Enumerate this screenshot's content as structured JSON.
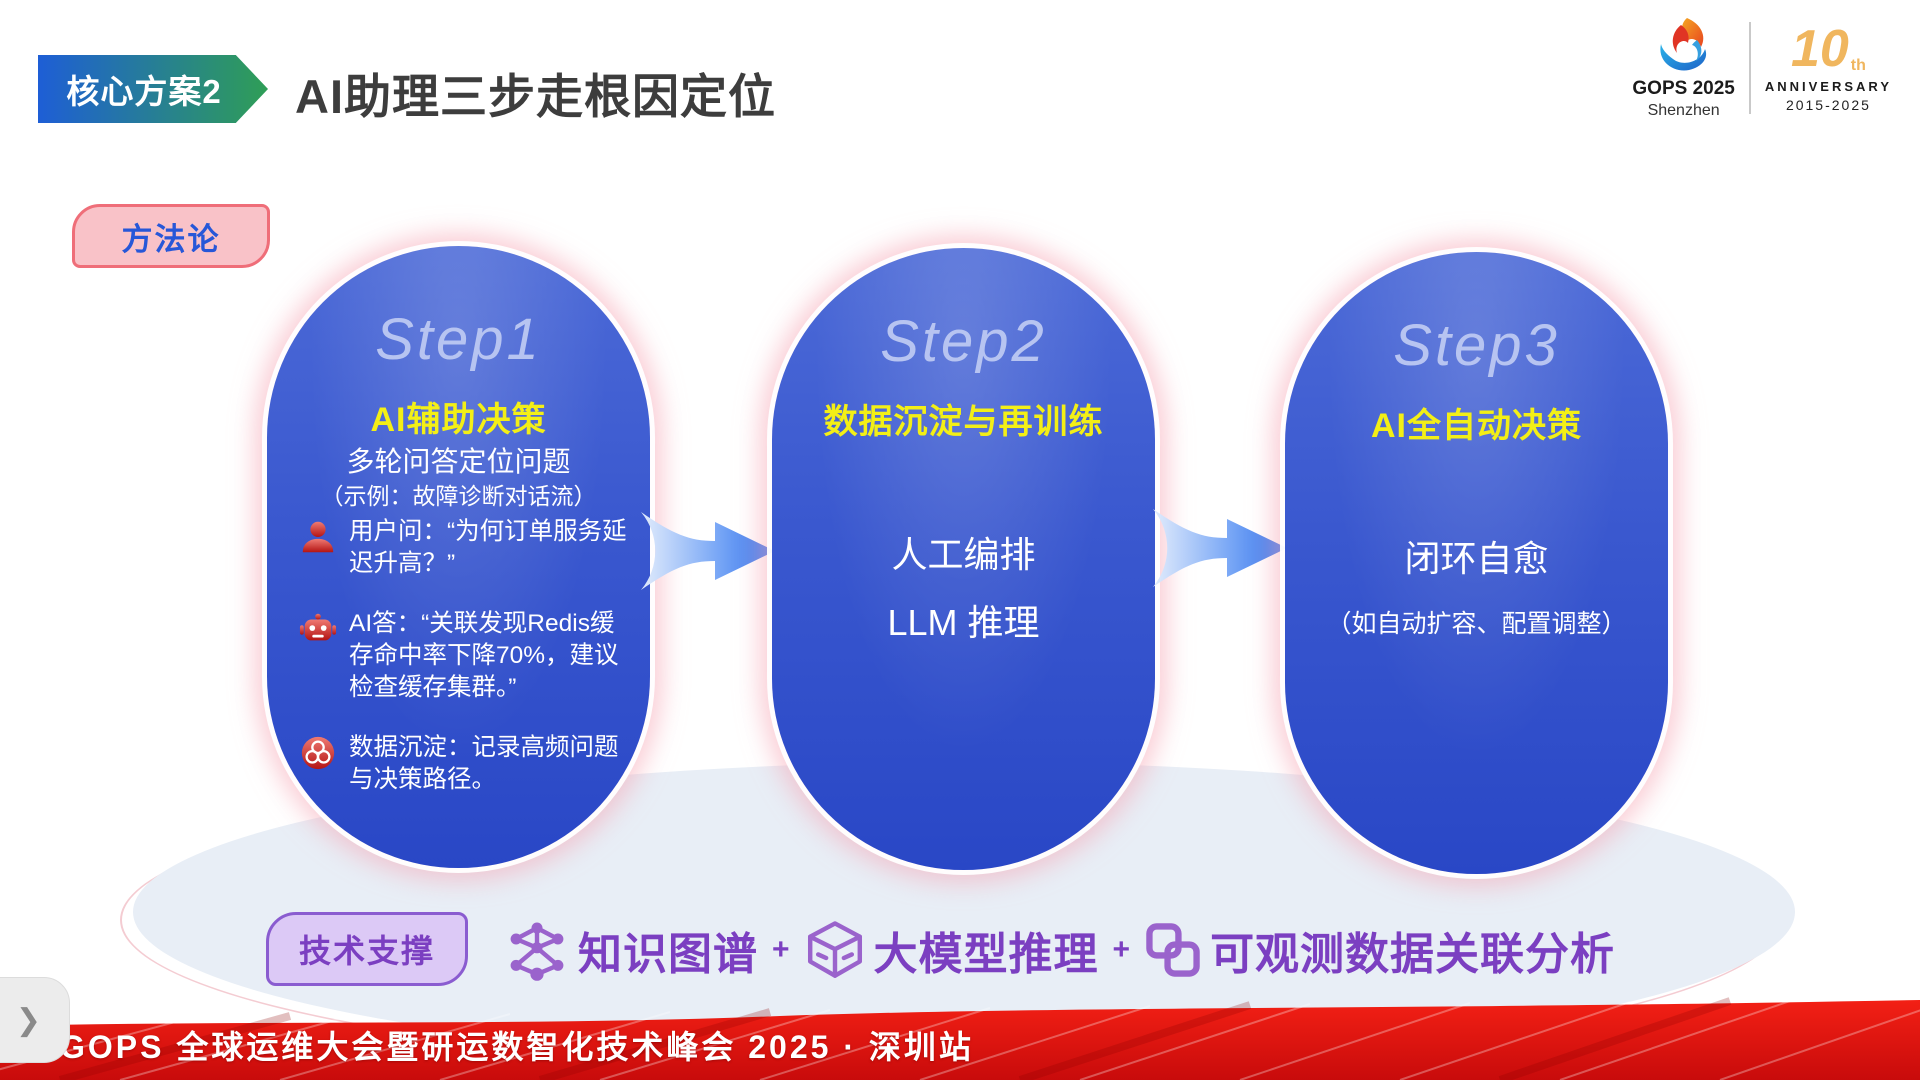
{
  "header": {
    "badge": "核心方案2",
    "title": "AI助理三步走根因定位"
  },
  "logo": {
    "name": "GOPS 2025",
    "city": "Shenzhen",
    "anniversary_number": "10",
    "anniversary_suffix": "th",
    "anniversary_label": "ANNIVERSARY",
    "anniversary_years": "2015-2025",
    "flame_icon": "gops-flame-icon"
  },
  "methodology_badge": "方法论",
  "steps": [
    {
      "label": "Step1",
      "title": "AI辅助决策",
      "subtitle": "多轮问答定位问题",
      "note": "（示例：故障诊断对话流）",
      "bullets": [
        {
          "icon": "user-icon",
          "text": "用户问：“为何订单服务延迟升高？”"
        },
        {
          "icon": "robot-icon",
          "text": "AI答：“关联发现Redis缓存命中率下降70%，建议检查缓存集群。”"
        },
        {
          "icon": "data-icon",
          "text": "数据沉淀：记录高频问题与决策路径。"
        }
      ]
    },
    {
      "label": "Step2",
      "title": "数据沉淀与再训练",
      "items": [
        "人工编排",
        "LLM 推理"
      ]
    },
    {
      "label": "Step3",
      "title": "AI全自动决策",
      "items": [
        "闭环自愈",
        "（如自动扩容、配置调整）"
      ]
    }
  ],
  "tech_support": {
    "badge": "技术支撑",
    "separator": "+",
    "items": [
      {
        "icon": "knowledge-graph-icon",
        "label": "知识图谱"
      },
      {
        "icon": "llm-cube-icon",
        "label": "大模型推理"
      },
      {
        "icon": "observability-link-icon",
        "label": "可观测数据关联分析"
      }
    ]
  },
  "footer": {
    "text": "GOPS 全球运维大会暨研运数智化技术峰会 2025 · 深圳站"
  },
  "nav": {
    "chevron": "❯"
  },
  "colors": {
    "badge_gradient_start": "#1e5ed6",
    "badge_gradient_end": "#2f9e56",
    "pill_blue_top": "#4c6ad7",
    "pill_blue_bottom": "#2947c6",
    "pill_glow_pink": "#f6a6b4",
    "highlight_yellow": "#f3ef16",
    "step_label_blue": "#b7c4f1",
    "method_pink_fill": "#f9c2c8",
    "method_pink_border": "#ef6e79",
    "method_text_blue": "#2757d8",
    "tech_purple": "#7b3fc1",
    "tech_icon_purple": "#9a63cc",
    "tech_fill": "#dcc9f6",
    "ellipse_gray": "#e8eef6",
    "footer_red": "#e01010",
    "anniversary_orange": "#f0b65e"
  }
}
